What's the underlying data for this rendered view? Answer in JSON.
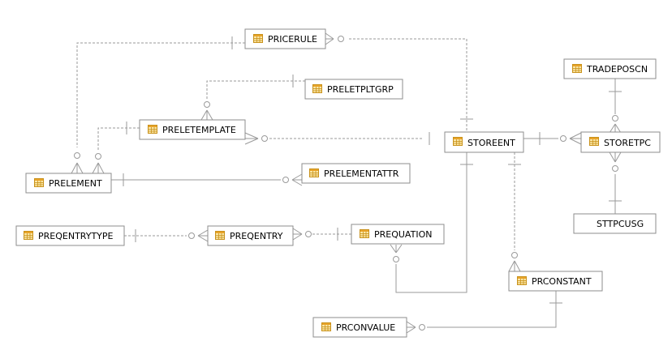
{
  "diagram": {
    "entities": [
      {
        "id": "pricerule",
        "label": "PRICERULE"
      },
      {
        "id": "preletpltgrp",
        "label": "PRELETPLTGRP"
      },
      {
        "id": "preletemplate",
        "label": "PRELETEMPLATE"
      },
      {
        "id": "storeent",
        "label": "STOREENT"
      },
      {
        "id": "tradeposcn",
        "label": "TRADEPOSCN"
      },
      {
        "id": "storetpc",
        "label": "STORETPC"
      },
      {
        "id": "prelement",
        "label": "PRELEMENT"
      },
      {
        "id": "prelementattr",
        "label": "PRELEMENTATTR"
      },
      {
        "id": "stttpcusg",
        "label": "STTPCUSG"
      },
      {
        "id": "preqentrytype",
        "label": "PREQENTRYTYPE"
      },
      {
        "id": "preqentry",
        "label": "PREQENTRY"
      },
      {
        "id": "prequation",
        "label": "PREQUATION"
      },
      {
        "id": "prconstant",
        "label": "PRCONSTANT"
      },
      {
        "id": "prconvalue",
        "label": "PRCONVALUE"
      }
    ],
    "relationships": [
      {
        "id": "rel-pricerule-prelement",
        "from": "pricerule",
        "to": "prelement",
        "style": "dashed"
      },
      {
        "id": "rel-pricerule-storeent",
        "from": "pricerule",
        "to": "storeent",
        "style": "dashed"
      },
      {
        "id": "rel-preletpltgrp-preletemplate",
        "from": "preletpltgrp",
        "to": "preletemplate",
        "style": "dashed"
      },
      {
        "id": "rel-preletemplate-prelement",
        "from": "preletemplate",
        "to": "prelement",
        "style": "dashed"
      },
      {
        "id": "rel-storeent-preletemplate",
        "from": "storeent",
        "to": "preletemplate",
        "style": "dashed"
      },
      {
        "id": "rel-prelement-prelementattr",
        "from": "prelement",
        "to": "prelementattr",
        "style": "solid"
      },
      {
        "id": "rel-storeent-storetpc",
        "from": "storeent",
        "to": "storetpc",
        "style": "solid"
      },
      {
        "id": "rel-tradeposcn-storetpc",
        "from": "tradeposcn",
        "to": "storetpc",
        "style": "solid"
      },
      {
        "id": "rel-storetpc-stttpcusg",
        "from": "storetpc",
        "to": "stttpcusg",
        "style": "solid"
      },
      {
        "id": "rel-preqentrytype-preqentry",
        "from": "preqentrytype",
        "to": "preqentry",
        "style": "dashed"
      },
      {
        "id": "rel-prequation-preqentry",
        "from": "prequation",
        "to": "preqentry",
        "style": "dashed"
      },
      {
        "id": "rel-storeent-prequation",
        "from": "storeent",
        "to": "prequation",
        "style": "solid"
      },
      {
        "id": "rel-storeent-prconstant",
        "from": "storeent",
        "to": "prconstant",
        "style": "dashed"
      },
      {
        "id": "rel-prconstant-prconvalue",
        "from": "prconstant",
        "to": "prconvalue",
        "style": "solid"
      }
    ]
  },
  "colors": {
    "entity_border": "#8e8e8e",
    "entity_fill": "#ffffff",
    "line": "#9a9a9a",
    "icon_border": "#c8911a",
    "icon_fill": "#fbe7a6",
    "icon_header": "#e9a42a",
    "text": "#000000"
  }
}
